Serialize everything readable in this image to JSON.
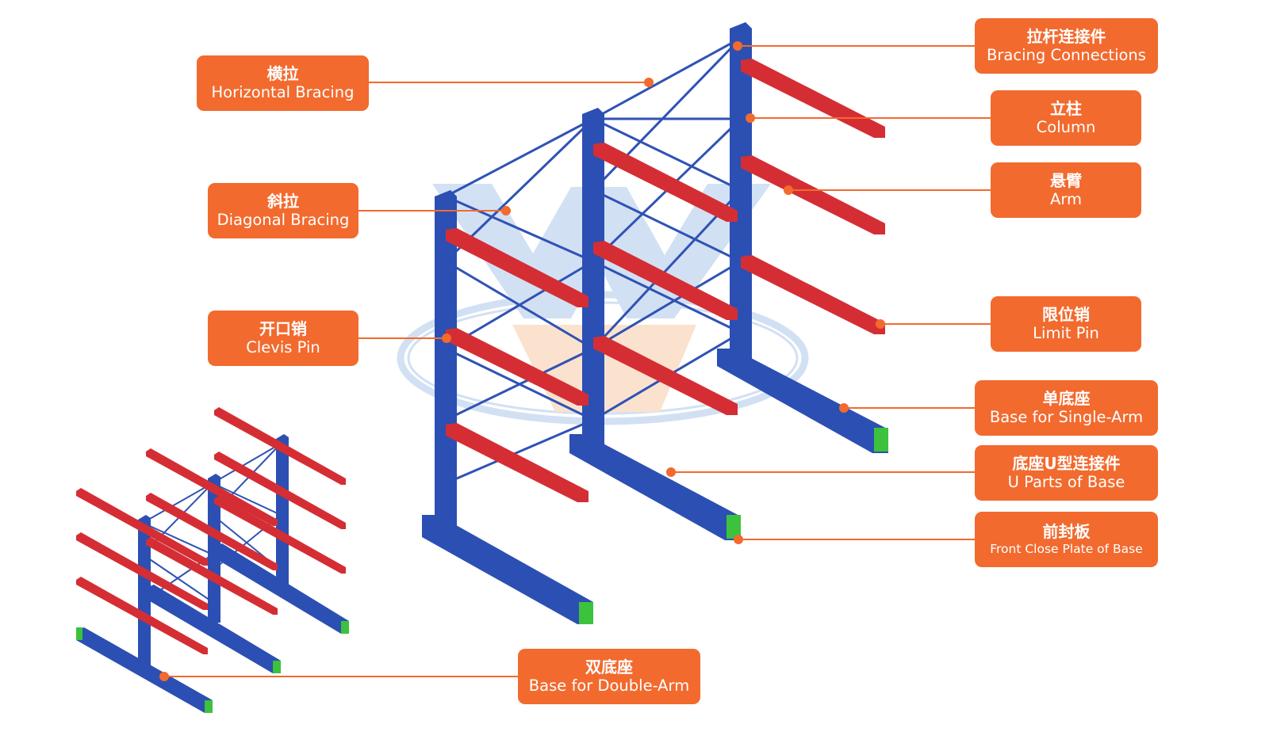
{
  "labels": {
    "horizontal_bracing": {
      "zh": "横拉",
      "en": "Horizontal Bracing"
    },
    "diagonal_bracing": {
      "zh": "斜拉",
      "en": "Diagonal Bracing"
    },
    "clevis_pin": {
      "zh": "开口销",
      "en": "Clevis Pin"
    },
    "bracing_connections": {
      "zh": "拉杆连接件",
      "en": "Bracing Connections"
    },
    "column": {
      "zh": "立柱",
      "en": "Column"
    },
    "arm": {
      "zh": "悬臂",
      "en": "Arm"
    },
    "limit_pin": {
      "zh": "限位销",
      "en": "Limit Pin"
    },
    "base_single_arm": {
      "zh": "单底座",
      "en": "Base for Single-Arm"
    },
    "u_parts_of_base": {
      "zh": "底座U型连接件",
      "en": "U Parts of Base"
    },
    "front_close_plate": {
      "zh": "前封板",
      "en": "Front Close Plate of Base"
    },
    "base_double_arm": {
      "zh": "双底座",
      "en": "Base for Double-Arm"
    }
  },
  "colors": {
    "label_bg": "#f26a2e",
    "label_text": "#ffffff",
    "leader_line": "#f26a2e",
    "column": "#2c4fb3",
    "arm": "#d42e34",
    "bracing": "#2f52b5",
    "base_end_cap": "#3cc23c",
    "watermark_blue": "#5f93d6",
    "watermark_orange": "#f29a54"
  }
}
